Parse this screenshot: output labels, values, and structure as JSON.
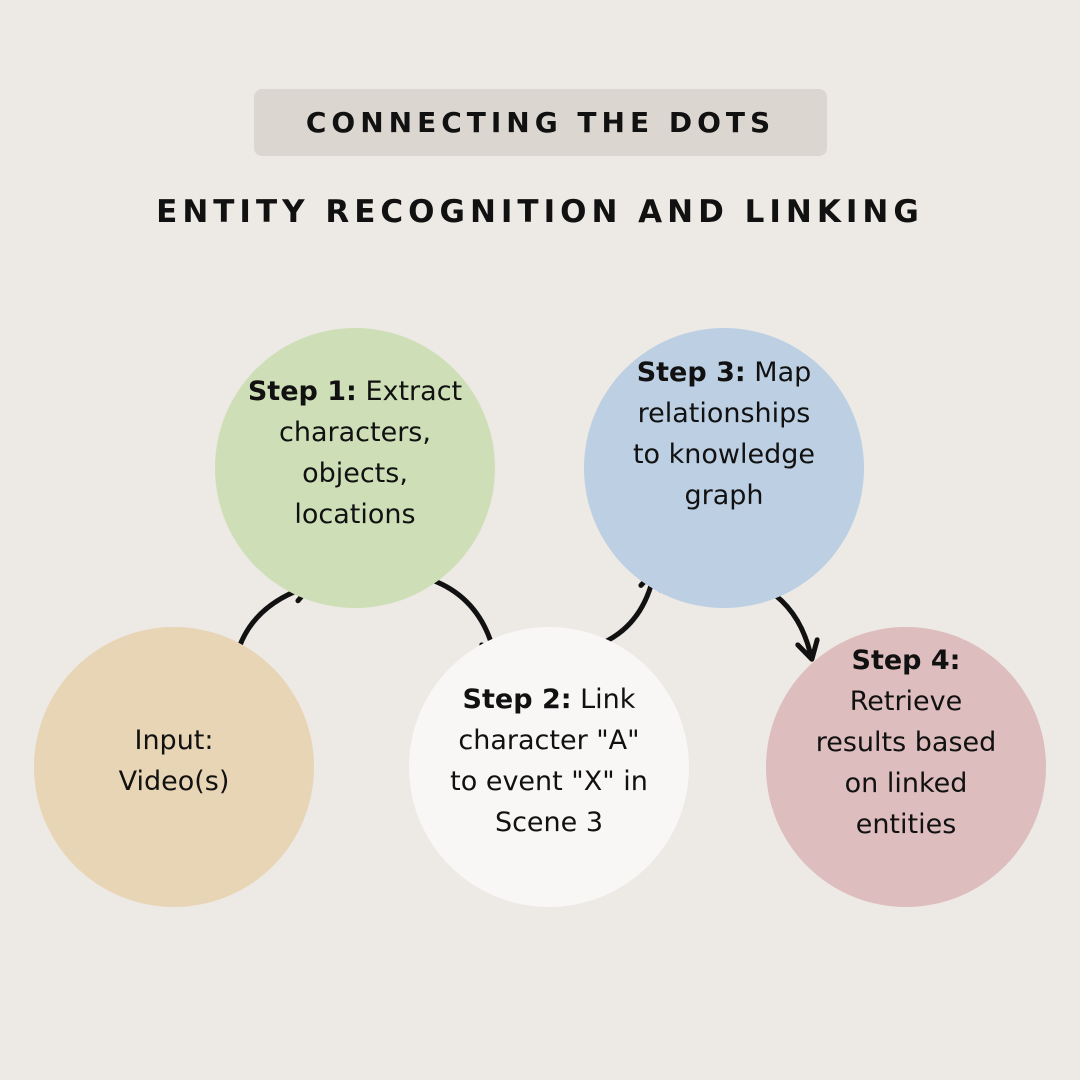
{
  "header": {
    "banner": "CONNECTING THE DOTS",
    "subtitle": "ENTITY RECOGNITION AND LINKING"
  },
  "nodes": {
    "input": {
      "line1": "Input:",
      "line2": "Video(s)"
    },
    "step1": {
      "label": "Step 1:",
      "lines": [
        "Extract",
        "characters,",
        "objects,",
        "locations"
      ]
    },
    "step2": {
      "label": "Step 2:",
      "lines": [
        "Link",
        "character \"A\"",
        "to event \"X\" in",
        "Scene 3"
      ]
    },
    "step3": {
      "label": "Step 3:",
      "lines": [
        "Map",
        "relationships",
        "to knowledge",
        "graph"
      ]
    },
    "step4": {
      "label": "Step 4:",
      "lines": [
        "Retrieve",
        "results based",
        "on linked",
        "entities"
      ]
    }
  },
  "colors": {
    "background": "#ede9e5",
    "banner": "#dcd6d0",
    "input": "#e8d5b5",
    "step1": "#cedfb8",
    "step2": "#f8f7f6",
    "step3": "#bdcfe3",
    "step4": "#ddbdbd"
  }
}
